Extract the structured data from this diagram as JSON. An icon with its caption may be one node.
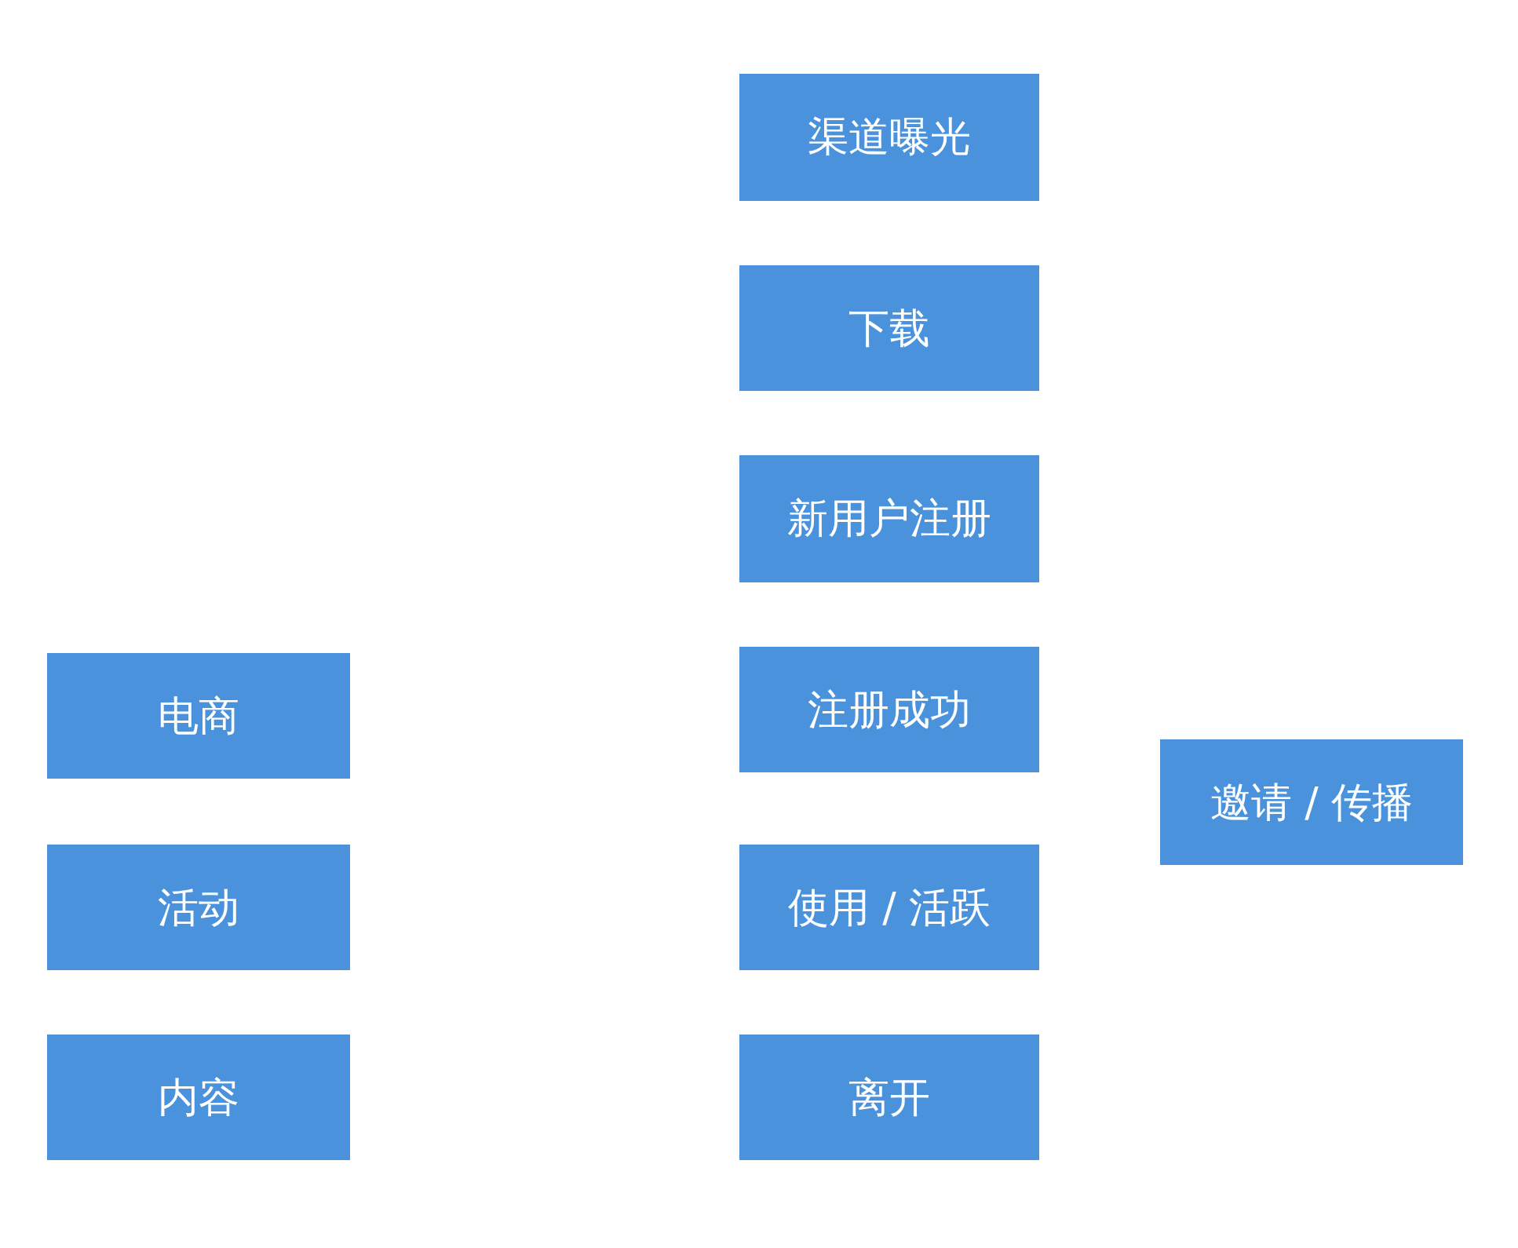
{
  "diagram": {
    "nodes": [
      {
        "text": [
          "渠道曝光"
        ]
      },
      {
        "text": [
          "下载"
        ]
      },
      {
        "text": [
          "新用户注册"
        ]
      },
      {
        "text": [
          "注册成功"
        ]
      },
      {
        "text": [
          "使用 / 活跃"
        ]
      },
      {
        "text": [
          "离开"
        ]
      },
      {
        "text": [
          "电商"
        ]
      },
      {
        "text": [
          "活动"
        ]
      },
      {
        "text": [
          "内容"
        ]
      },
      {
        "text": [
          "邀请 / 传播"
        ]
      }
    ]
  }
}
